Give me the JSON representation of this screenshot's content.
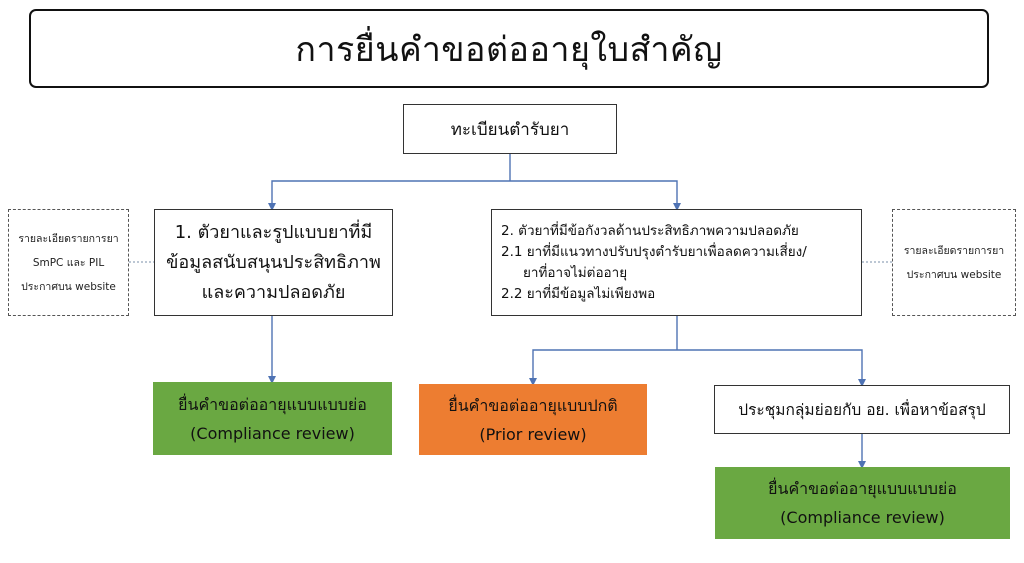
{
  "title": "การยื่นคำขอต่ออายุใบสำคัญ",
  "colors": {
    "connector": "#4f73b4",
    "dashed_connector": "#7a8fa8",
    "green_box": "#6aa842",
    "orange_box": "#ed7d31"
  },
  "nodes": {
    "root": {
      "label": "ทะเบียนตำรับยา"
    },
    "branch1": {
      "lines": [
        "1. ตัวยาและรูปแบบยาที่มี",
        "ข้อมูลสนับสนุนประสิทธิภาพ",
        "และความปลอดภัย"
      ]
    },
    "branch2": {
      "lines": [
        "2. ตัวยาที่มีข้อกังวลด้านประสิทธิภาพความปลอดภัย",
        "2.1 ยาที่มีแนวทางปรับปรุงตำรับยาเพื่อลดความเสี่ยง/",
        "ยาที่อาจไม่ต่ออายุ",
        "2.2 ยาที่มีข้อมูลไม่เพียงพอ"
      ]
    },
    "side_left": {
      "lines": [
        "รายละเอียดรายการยา",
        "SmPC และ PIL",
        "ประกาศบน website"
      ]
    },
    "side_right": {
      "lines": [
        "รายละเอียดรายการยา",
        "ประกาศบน website"
      ]
    },
    "outcome_compliance_1": {
      "lines": [
        "ยื่นคำขอต่ออายุแบบแบบย่อ",
        "(Compliance review)"
      ]
    },
    "outcome_prior": {
      "lines": [
        "ยื่นคำขอต่ออายุแบบปกติ",
        "(Prior review)"
      ]
    },
    "meeting": {
      "label": "ประชุมกลุ่มย่อยกับ อย. เพื่อหาข้อสรุป"
    },
    "outcome_compliance_2": {
      "lines": [
        "ยื่นคำขอต่ออายุแบบแบบย่อ",
        "(Compliance review)"
      ]
    }
  }
}
